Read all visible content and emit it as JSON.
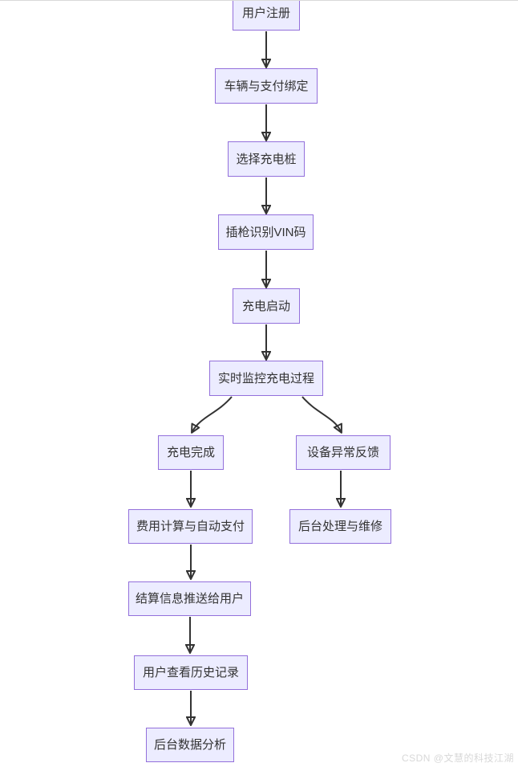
{
  "diagram": {
    "type": "flowchart",
    "direction": "top-down",
    "nodes": [
      {
        "id": "user-register",
        "label": "用户注册"
      },
      {
        "id": "vehicle-payment-binding",
        "label": "车辆与支付绑定"
      },
      {
        "id": "select-charging-pile",
        "label": "选择充电桩"
      },
      {
        "id": "plug-in-vin-recognition",
        "label": "插枪识别VIN码"
      },
      {
        "id": "charging-start",
        "label": "充电启动"
      },
      {
        "id": "realtime-monitoring",
        "label": "实时监控充电过程"
      },
      {
        "id": "charging-complete",
        "label": "充电完成"
      },
      {
        "id": "device-abnormal-feedback",
        "label": "设备异常反馈"
      },
      {
        "id": "fee-calc-auto-payment",
        "label": "费用计算与自动支付"
      },
      {
        "id": "backend-processing-maintenance",
        "label": "后台处理与维修"
      },
      {
        "id": "settlement-push-to-user",
        "label": "结算信息推送给用户"
      },
      {
        "id": "user-view-history",
        "label": "用户查看历史记录"
      },
      {
        "id": "backend-data-analysis",
        "label": "后台数据分析"
      }
    ],
    "edges": [
      {
        "from": "user-register",
        "to": "vehicle-payment-binding"
      },
      {
        "from": "vehicle-payment-binding",
        "to": "select-charging-pile"
      },
      {
        "from": "select-charging-pile",
        "to": "plug-in-vin-recognition"
      },
      {
        "from": "plug-in-vin-recognition",
        "to": "charging-start"
      },
      {
        "from": "charging-start",
        "to": "realtime-monitoring"
      },
      {
        "from": "realtime-monitoring",
        "to": "charging-complete"
      },
      {
        "from": "realtime-monitoring",
        "to": "device-abnormal-feedback"
      },
      {
        "from": "charging-complete",
        "to": "fee-calc-auto-payment"
      },
      {
        "from": "device-abnormal-feedback",
        "to": "backend-processing-maintenance"
      },
      {
        "from": "fee-calc-auto-payment",
        "to": "settlement-push-to-user"
      },
      {
        "from": "settlement-push-to-user",
        "to": "user-view-history"
      },
      {
        "from": "user-view-history",
        "to": "backend-data-analysis"
      }
    ]
  },
  "watermark": {
    "text": "CSDN @文慧的科技江湖"
  },
  "colors": {
    "node_fill": "#ECECFF",
    "node_border": "#9370DB",
    "node_text": "#333333",
    "arrow": "#333333",
    "watermark": "#D8D8D8",
    "page_top_border": "#D9D9D9",
    "page_bg": "#FFFFFF"
  }
}
